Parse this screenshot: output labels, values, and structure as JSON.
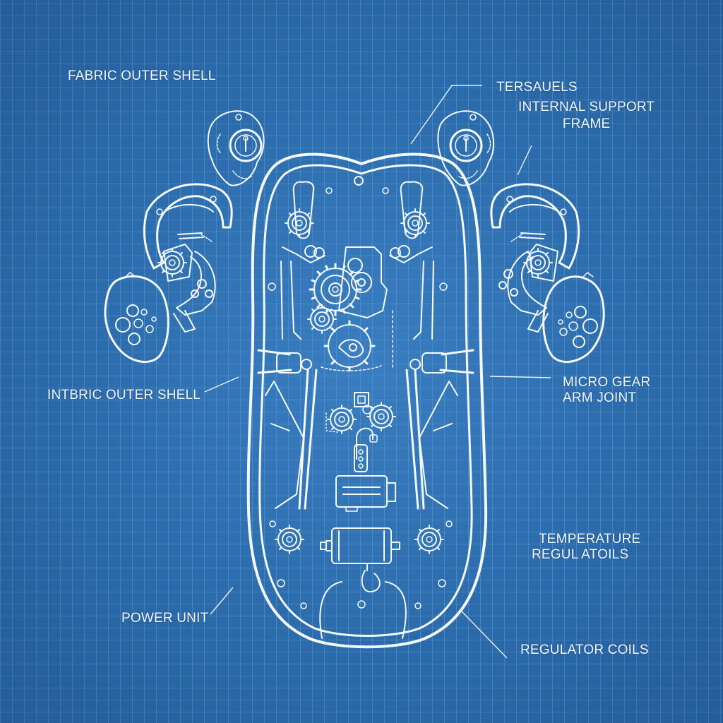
{
  "diagram": {
    "style": "blueprint",
    "background_color": "#2c6dab",
    "grid_color": "#8cbef0",
    "line_color": "#f4f9ff",
    "subject": "exploded technical drawing of a soft toy-like body with internal mechanical components"
  },
  "labels": {
    "fabric_outer_shell": "FABRIC OUTER SHELL",
    "tersauels": "TERSAUELS",
    "internal_support_frame": [
      "INTERNAL SUPPORT",
      "FRAME"
    ],
    "intbric_outer_shell": "INTBRIC OUTER SHELL",
    "micro_gear_arm_joint": [
      "MICRO GEAR",
      "ARM JOINT"
    ],
    "temperature_regulatoils": [
      "TEMPERATURE",
      "REGUL ATOILS"
    ],
    "power_unit": "POWER UNIT",
    "regulator_coils": "REGULATOR COILS"
  },
  "components": [
    "outer-body-shell",
    "left-upper-gear-assembly",
    "right-upper-gear-assembly",
    "left-arm-frame",
    "right-arm-frame",
    "left-foot-pod",
    "right-foot-pod",
    "central-gear-train",
    "power-unit-motor",
    "lower-battery-cell",
    "left-lower-gear",
    "right-lower-gear",
    "regulator-coil-loop"
  ]
}
